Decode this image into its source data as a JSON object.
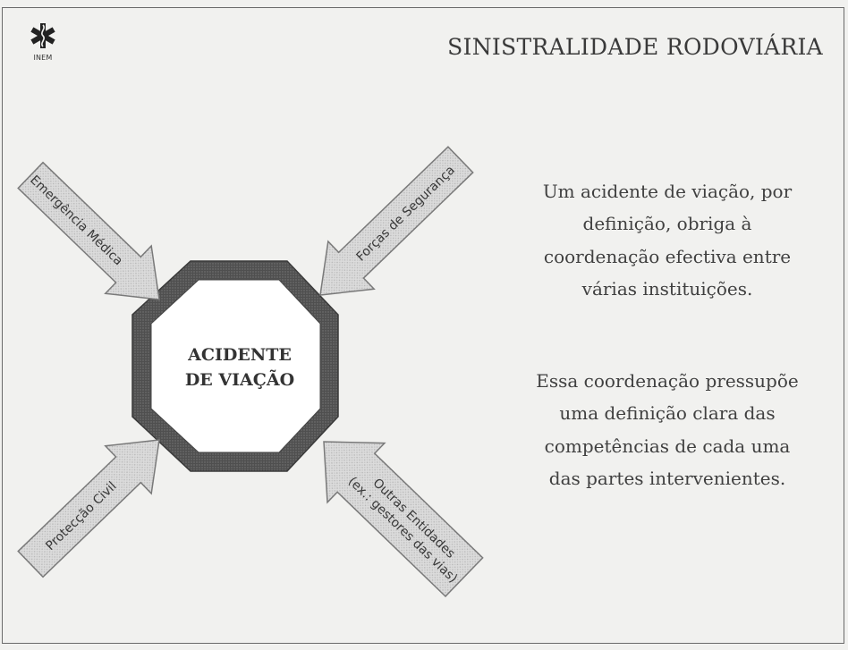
{
  "logo": {
    "text": "INEM",
    "icon": "star-of-life-icon"
  },
  "title": "SINISTRALIDADE RODOVIÁRIA",
  "center": {
    "line1": "ACIDENTE",
    "line2": "DE VIAÇÃO"
  },
  "arrows": {
    "top_left": "Emergência Médica",
    "top_right": "Forças de Segurança",
    "bottom_left": "Protecção Civil",
    "bottom_right_line1": "Outras Entidades",
    "bottom_right_line2": "(ex.: gestores das vias)"
  },
  "paragraph1": [
    "Um acidente de viação, por",
    "definição, obriga à",
    "coordenação efectiva entre",
    "várias instituições."
  ],
  "paragraph2": [
    "Essa coordenação pressupõe",
    "uma definição clara das",
    "competências de cada uma",
    "das partes intervenientes."
  ]
}
